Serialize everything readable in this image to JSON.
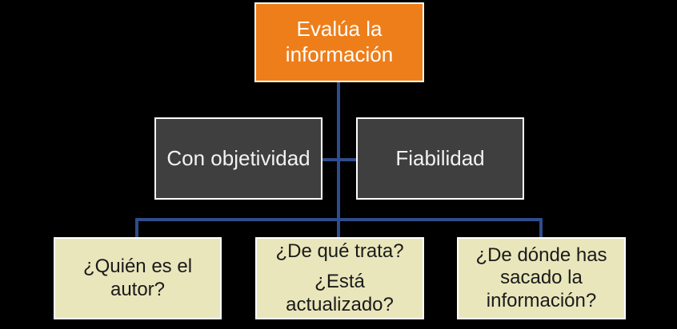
{
  "slide": {
    "background_color": "#000000"
  },
  "colors": {
    "root_fill": "#EE7E1A",
    "root_text": "#FFFFFF",
    "branch_fill": "#3F3F3F",
    "branch_text": "#F2F2F2",
    "leaf_fill": "#E9E6BC",
    "leaf_text": "#1A1A1A",
    "box_border": "#FFFFFF",
    "connector": "#2F4C8C"
  },
  "diagram": {
    "type": "hierarchy",
    "root": {
      "label": "Evalúa la información"
    },
    "branches": [
      {
        "label": "Con objetividad"
      },
      {
        "label": "Fiabilidad"
      }
    ],
    "leaves": [
      {
        "label": "¿Quién es el autor?"
      },
      {
        "line1": "¿De qué trata?",
        "line2": "¿Está actualizado?"
      },
      {
        "label": "¿De dónde has sacado la información?"
      }
    ]
  }
}
